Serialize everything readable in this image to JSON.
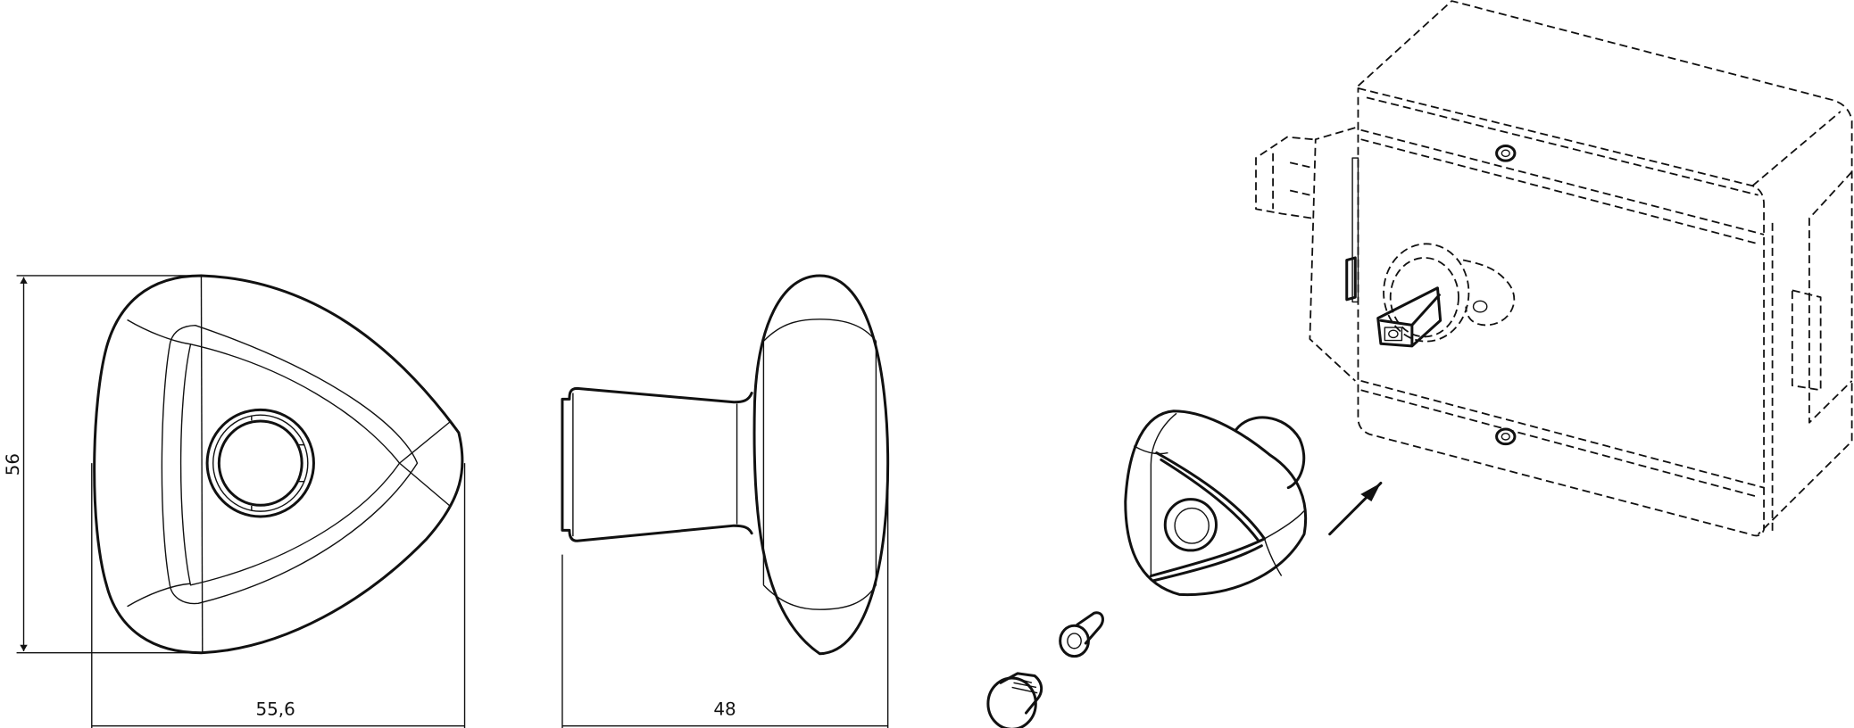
{
  "dimensions": {
    "front_height": "56",
    "front_width": "55,6",
    "side_width": "48"
  },
  "colors": {
    "line": "#111111",
    "background": "#ffffff"
  }
}
